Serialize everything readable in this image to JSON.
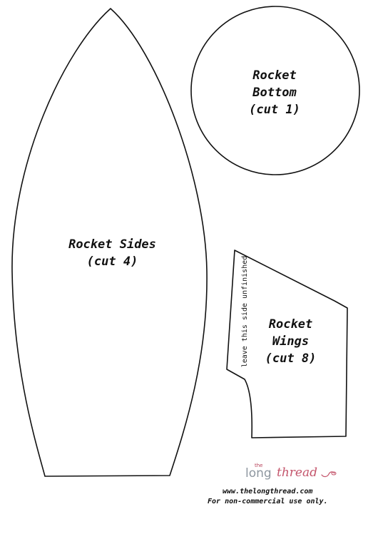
{
  "pieces": {
    "sides": {
      "title": "Rocket Sides",
      "count": "(cut 4)"
    },
    "bottom": {
      "title_line1": "Rocket",
      "title_line2": "Bottom",
      "count": "(cut 1)"
    },
    "wings": {
      "title_line1": "Rocket",
      "title_line2": "Wings",
      "count": "(cut 8)",
      "edge_note": "leave this side unfinished"
    }
  },
  "branding": {
    "logo_the": "the",
    "logo_long": "long",
    "logo_thread": "thread",
    "website": "www.thelongthread.com",
    "usage_note": "For non-commercial use only."
  },
  "colors": {
    "outline": "#111111",
    "logo_gray": "#8e97a0",
    "logo_pink": "#c4556c"
  },
  "icons": {
    "logo_mark": "needle-and-thread-icon"
  }
}
